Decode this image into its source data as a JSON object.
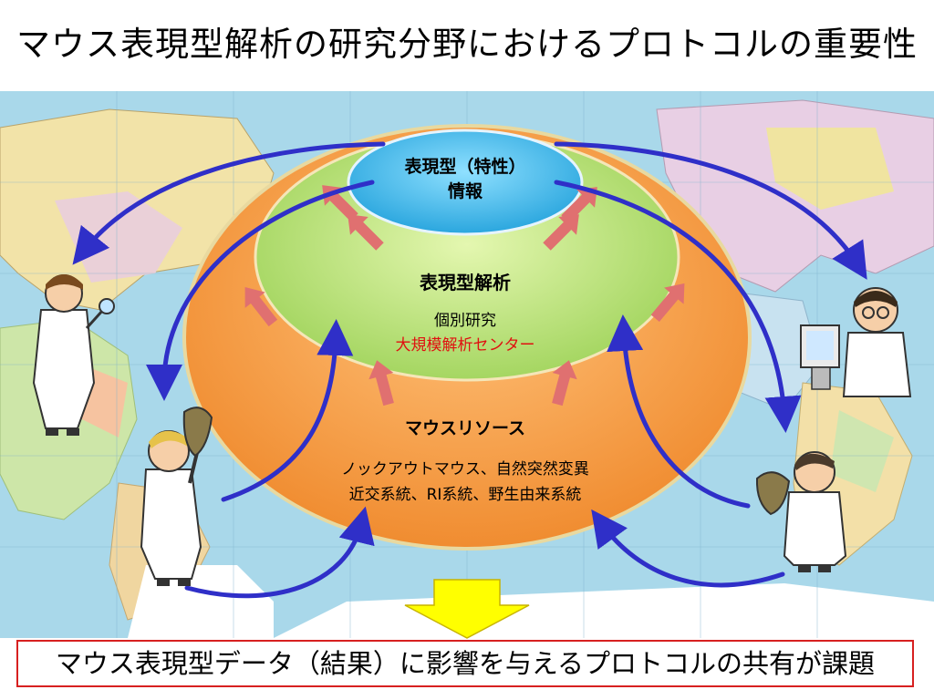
{
  "title": "マウス表現型解析の研究分野におけるプロトコルの重要性",
  "phenotype": {
    "line1": "表現型（特性）",
    "line2": "情報"
  },
  "analysis": {
    "label": "表現型解析",
    "individual": "個別研究",
    "center": "大規模解析センター",
    "center_color": "#e01010"
  },
  "resources": {
    "label": "マウスリソース",
    "line1": "ノックアウトマウス、自然突然変異",
    "line2": "近交系統、RI系統、野生由来系統"
  },
  "conclusion": "マウス表現型データ（結果）に影響を与えるプロトコルの共有が課題",
  "colors": {
    "outer_ellipse": "#f7a048",
    "middle_ellipse": "#b9e07a",
    "inner_ellipse": "#3cb6e8",
    "blue_arrow": "#2f2fc8",
    "red_arrow": "#e07070",
    "down_arrow": "#ffff00",
    "box_border": "#d72020"
  },
  "icons": [
    "researcher-with-magnifier-icon",
    "researcher-holding-mouse-icon",
    "researcher-at-computer-icon",
    "researcher-examining-mouse-icon"
  ]
}
